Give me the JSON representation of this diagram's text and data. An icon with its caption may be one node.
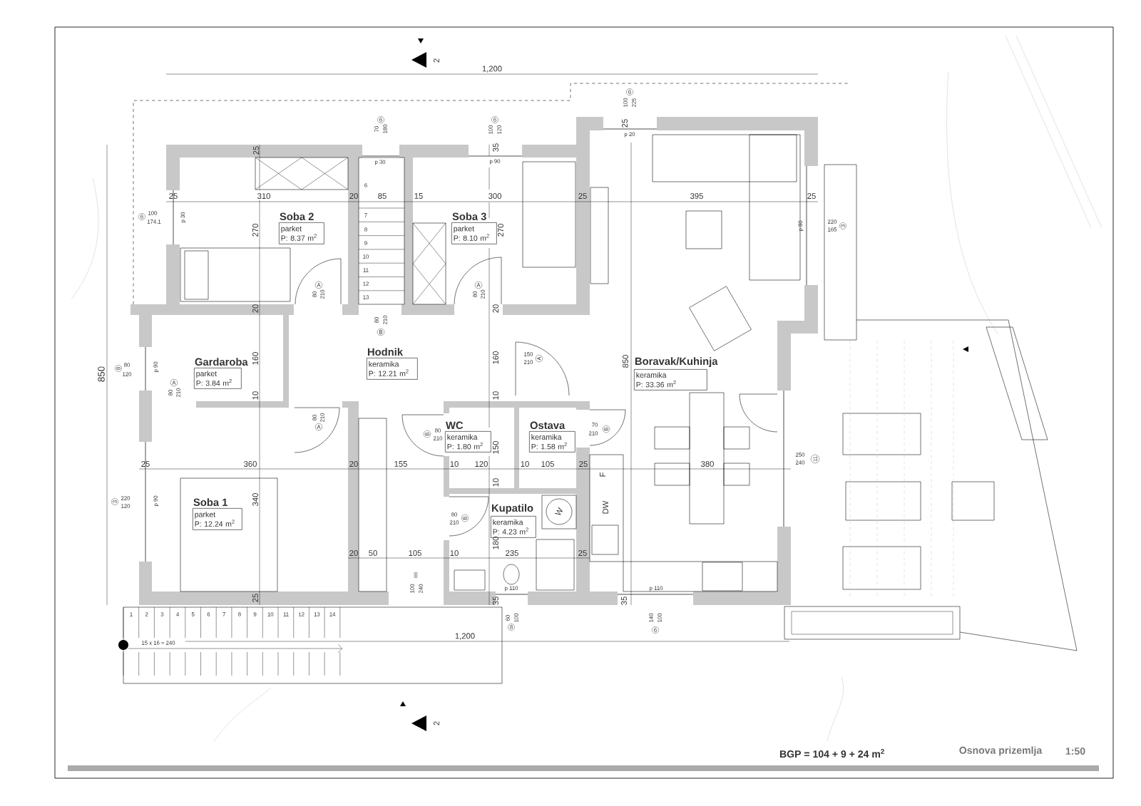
{
  "diagram": {
    "nodes": [
      {
        "text": [
          "Soba 2",
          "parket",
          "P: 8.37 m$^{2}$"
        ]
      },
      {
        "text": [
          "Soba 3",
          "parket",
          "P: 8.10 m$^{2}$"
        ]
      },
      {
        "text": [
          "Hodnik",
          "keramika",
          "P: 12.21 m$^{2}$"
        ]
      },
      {
        "text": [
          "Gardaroba",
          "parket",
          "P: 3.84 m$^{2}$"
        ]
      },
      {
        "text": [
          "Boravak/Kuhinja",
          "keramika",
          "P: 33.36 m$^{2}$"
        ]
      },
      {
        "text": [
          "WC",
          "keramika",
          "P: 1.80 m$^{2}$"
        ]
      },
      {
        "text": [
          "Ostava",
          "keramika",
          "P: 1.58 m$^{2}$"
        ]
      },
      {
        "text": [
          "Soba 1",
          "parket",
          "P: 12.24 m$^{2}$"
        ]
      },
      {
        "text": [
          "Kupatilo",
          "keramika",
          "P: 4.23 m$^{2}$"
        ]
      }
    ],
    "labels": [
      "2",
      "1,200",
      "6",
      "70",
      "180",
      "6",
      "100",
      "120",
      "6",
      "100",
      "225",
      "25",
      "p 20",
      "25",
      "35",
      "p 30",
      "p 90",
      "6",
      "25",
      "310",
      "20",
      "85",
      "15",
      "300",
      "25",
      "395",
      "25",
      "6",
      "100",
      "174.1",
      "p 30",
      "7",
      "8",
      "9",
      "10",
      "11",
      "12",
      "13",
      "270",
      "270",
      "p 80",
      "220",
      "165",
      "3",
      "A",
      "80",
      "210",
      "A",
      "80",
      "210",
      "20",
      "20",
      "80",
      "210",
      "B",
      "150",
      "210",
      "A",
      "160",
      "160",
      "850",
      "8",
      "80",
      "120",
      "p 90",
      "850",
      "A",
      "80",
      "210",
      "10",
      "10",
      "80",
      "210",
      "A",
      "70",
      "210",
      "B",
      "B",
      "80",
      "210",
      "150",
      "250",
      "240",
      "11",
      "25",
      "360",
      "20",
      "155",
      "10",
      "120",
      "10",
      "105",
      "25",
      "380",
      "F",
      "10",
      "3",
      "220",
      "120",
      "p 90",
      "340",
      "DW",
      "W",
      "80",
      "210",
      "B",
      "180",
      "20",
      "50",
      "105",
      "10",
      "235",
      "25",
      "I",
      "100",
      "240",
      "p 110",
      "p 110",
      "25",
      "35",
      "35",
      "1",
      "2",
      "3",
      "4",
      "5",
      "6",
      "7",
      "8",
      "9",
      "10",
      "11",
      "12",
      "13",
      "14",
      "60",
      "100",
      "8",
      "140",
      "100",
      "6",
      "1,200",
      "15 x 16 = 240",
      "2",
      "BGP = 104 + 9 + 24 m$^{2}$",
      "Osnova prizemlja",
      "1:50"
    ]
  }
}
